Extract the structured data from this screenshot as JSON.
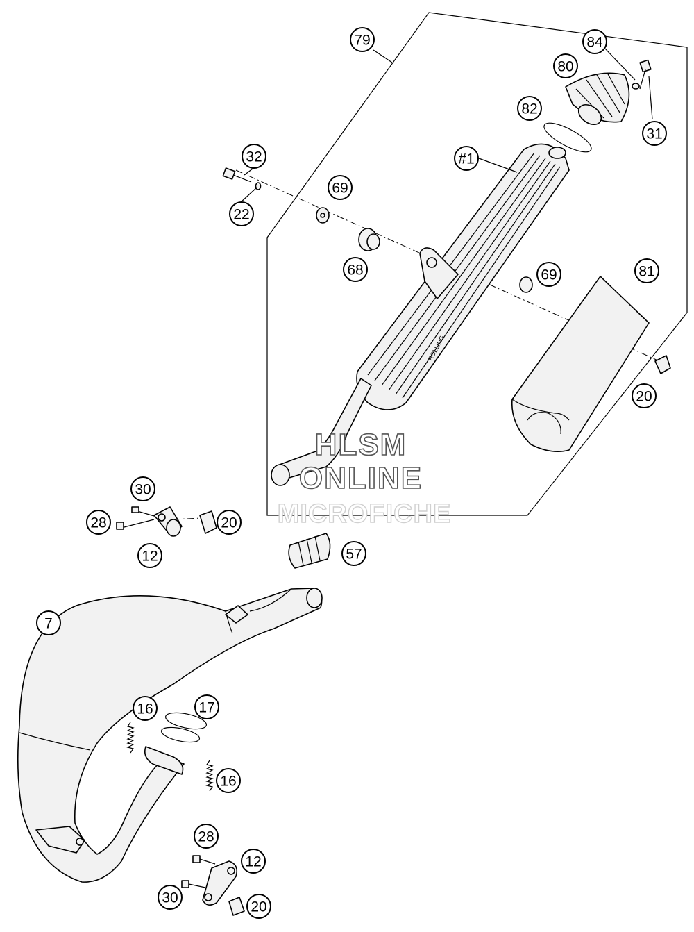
{
  "watermark": {
    "line1": "HLSM",
    "line2": "ONLINE",
    "line3": "MICROFICHE"
  },
  "callouts": [
    {
      "id": "c-79",
      "label": "79"
    },
    {
      "id": "c-84",
      "label": "84"
    },
    {
      "id": "c-80",
      "label": "80"
    },
    {
      "id": "c-82",
      "label": "82"
    },
    {
      "id": "c-31",
      "label": "31"
    },
    {
      "id": "c-1",
      "label": "#1"
    },
    {
      "id": "c-32",
      "label": "32"
    },
    {
      "id": "c-22",
      "label": "22"
    },
    {
      "id": "c-69a",
      "label": "69"
    },
    {
      "id": "c-68",
      "label": "68"
    },
    {
      "id": "c-69b",
      "label": "69"
    },
    {
      "id": "c-81",
      "label": "81"
    },
    {
      "id": "c-20a",
      "label": "20"
    },
    {
      "id": "c-30a",
      "label": "30"
    },
    {
      "id": "c-28a",
      "label": "28"
    },
    {
      "id": "c-20b",
      "label": "20"
    },
    {
      "id": "c-12a",
      "label": "12"
    },
    {
      "id": "c-57",
      "label": "57"
    },
    {
      "id": "c-7",
      "label": "7"
    },
    {
      "id": "c-16a",
      "label": "16"
    },
    {
      "id": "c-17",
      "label": "17"
    },
    {
      "id": "c-16b",
      "label": "16"
    },
    {
      "id": "c-28b",
      "label": "28"
    },
    {
      "id": "c-12b",
      "label": "12"
    },
    {
      "id": "c-30b",
      "label": "30"
    },
    {
      "id": "c-20c",
      "label": "20"
    }
  ]
}
